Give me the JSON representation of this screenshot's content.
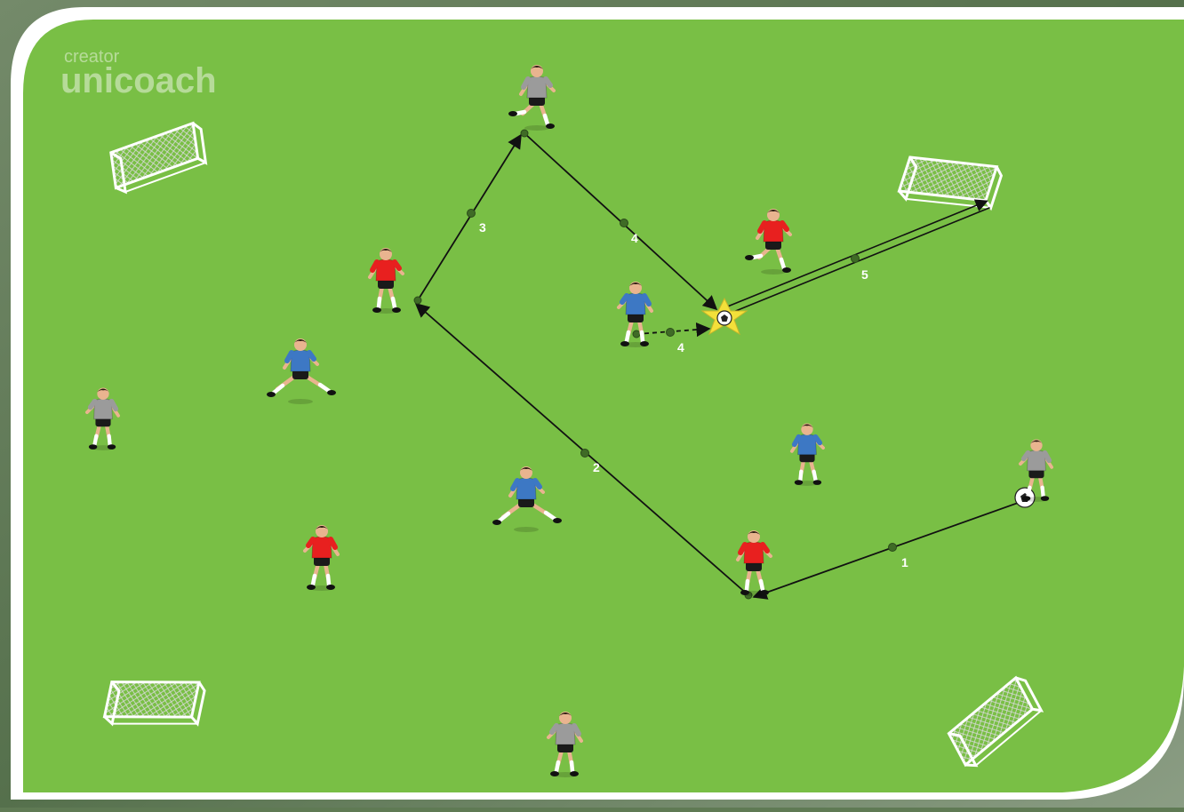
{
  "logo": {
    "line1": "creator",
    "line2": "unicoach"
  },
  "colors": {
    "pitch": "#79bf45",
    "pitch_border": "#ffffff",
    "team_red": "#e8201f",
    "team_blue": "#3d78c4",
    "team_grey": "#9b9b9b",
    "shorts": "#1a1a1a",
    "pass_line": "#111111",
    "highlight_star": "#f3e03a"
  },
  "players": [
    {
      "team": "grey",
      "pose": "run"
    },
    {
      "team": "red",
      "pose": "stand"
    },
    {
      "team": "blue",
      "pose": "lunge"
    },
    {
      "team": "grey",
      "pose": "stand"
    },
    {
      "team": "blue",
      "pose": "stand"
    },
    {
      "team": "red",
      "pose": "run"
    },
    {
      "team": "blue",
      "pose": "stand"
    },
    {
      "team": "blue",
      "pose": "lunge"
    },
    {
      "team": "red",
      "pose": "stand"
    },
    {
      "team": "red",
      "pose": "stand"
    },
    {
      "team": "grey",
      "pose": "stand"
    },
    {
      "team": "grey",
      "pose": "stand"
    }
  ],
  "goals": [
    "top-left",
    "top-right",
    "bottom-left",
    "bottom-right"
  ],
  "passes": [
    {
      "label": "1",
      "style": "solid"
    },
    {
      "label": "2",
      "style": "solid"
    },
    {
      "label": "3",
      "style": "solid"
    },
    {
      "label": "4",
      "style": "solid"
    },
    {
      "label": "4",
      "style": "dashed"
    },
    {
      "label": "5",
      "style": "double"
    }
  ],
  "balls": 2
}
